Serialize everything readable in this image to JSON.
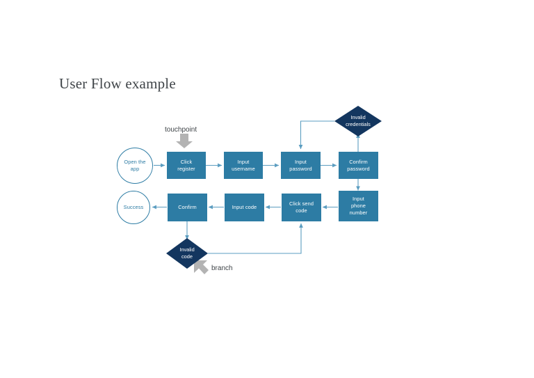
{
  "page": {
    "title": "User Flow example",
    "background": "#ffffff",
    "title_color": "#3f4448"
  },
  "palette": {
    "box_fill": "#2d7ca4",
    "diamond_fill": "#13365f",
    "circle_stroke": "#2d7ca4",
    "circle_text": "#2d7ca4",
    "connector": "#5b9dc0",
    "annotation_arrow": "#b3b3b3",
    "node_text": "#ffffff"
  },
  "diagram": {
    "type": "flowchart",
    "nodes": [
      {
        "id": "open-the-app",
        "label": "Open the app",
        "shape": "circle",
        "row": 1
      },
      {
        "id": "click-register",
        "label": "Click register",
        "shape": "box",
        "row": 1
      },
      {
        "id": "input-username",
        "label": "Input username",
        "shape": "box",
        "row": 1
      },
      {
        "id": "input-password",
        "label": "Input password",
        "shape": "box",
        "row": 1
      },
      {
        "id": "confirm-password",
        "label": "Confirm password",
        "shape": "box",
        "row": 1
      },
      {
        "id": "invalid-credentials",
        "label": "Invalid credentials",
        "shape": "diamond",
        "row": 0
      },
      {
        "id": "input-phone-number",
        "label": "Input phone number",
        "shape": "box",
        "row": 2
      },
      {
        "id": "click-send-code",
        "label": "Click send code",
        "shape": "box",
        "row": 2
      },
      {
        "id": "input-code",
        "label": "Input code",
        "shape": "box",
        "row": 2
      },
      {
        "id": "confirm",
        "label": "Confirm",
        "shape": "box",
        "row": 2
      },
      {
        "id": "success",
        "label": "Success",
        "shape": "circle",
        "row": 2
      },
      {
        "id": "invalid-code",
        "label": "Invalid code",
        "shape": "diamond",
        "row": 3
      }
    ],
    "edges": [
      {
        "from": "open-the-app",
        "to": "click-register"
      },
      {
        "from": "click-register",
        "to": "input-username"
      },
      {
        "from": "input-username",
        "to": "input-password"
      },
      {
        "from": "input-password",
        "to": "confirm-password"
      },
      {
        "from": "confirm-password",
        "to": "invalid-credentials"
      },
      {
        "from": "invalid-credentials",
        "to": "input-password"
      },
      {
        "from": "confirm-password",
        "to": "input-phone-number"
      },
      {
        "from": "input-phone-number",
        "to": "click-send-code"
      },
      {
        "from": "click-send-code",
        "to": "input-code"
      },
      {
        "from": "input-code",
        "to": "confirm"
      },
      {
        "from": "confirm",
        "to": "success"
      },
      {
        "from": "confirm",
        "to": "invalid-code"
      },
      {
        "from": "invalid-code",
        "to": "click-send-code"
      }
    ],
    "annotations": [
      {
        "id": "touchpoint",
        "label": "touchpoint",
        "arrow": "down",
        "targets": "click-register"
      },
      {
        "id": "branch",
        "label": "branch",
        "arrow": "up-left",
        "targets": "invalid-code"
      }
    ]
  },
  "labels": {
    "open_the_app_line1": "Open the",
    "open_the_app_line2": "app",
    "click_register_line1": "Click",
    "click_register_line2": "register",
    "input_username_line1": "Input",
    "input_username_line2": "username",
    "input_password_line1": "Input",
    "input_password_line2": "password",
    "confirm_password_line1": "Confirm",
    "confirm_password_line2": "password",
    "invalid_credentials_line1": "Invalid",
    "invalid_credentials_line2": "credentials",
    "input_phone_line1": "Input",
    "input_phone_line2": "phone",
    "input_phone_line3": "number",
    "click_send_code_line1": "Click send",
    "click_send_code_line2": "code",
    "input_code": "Input code",
    "confirm": "Confirm",
    "success": "Success",
    "invalid_code_line1": "Invalid",
    "invalid_code_line2": "code",
    "touchpoint": "touchpoint",
    "branch": "branch"
  }
}
